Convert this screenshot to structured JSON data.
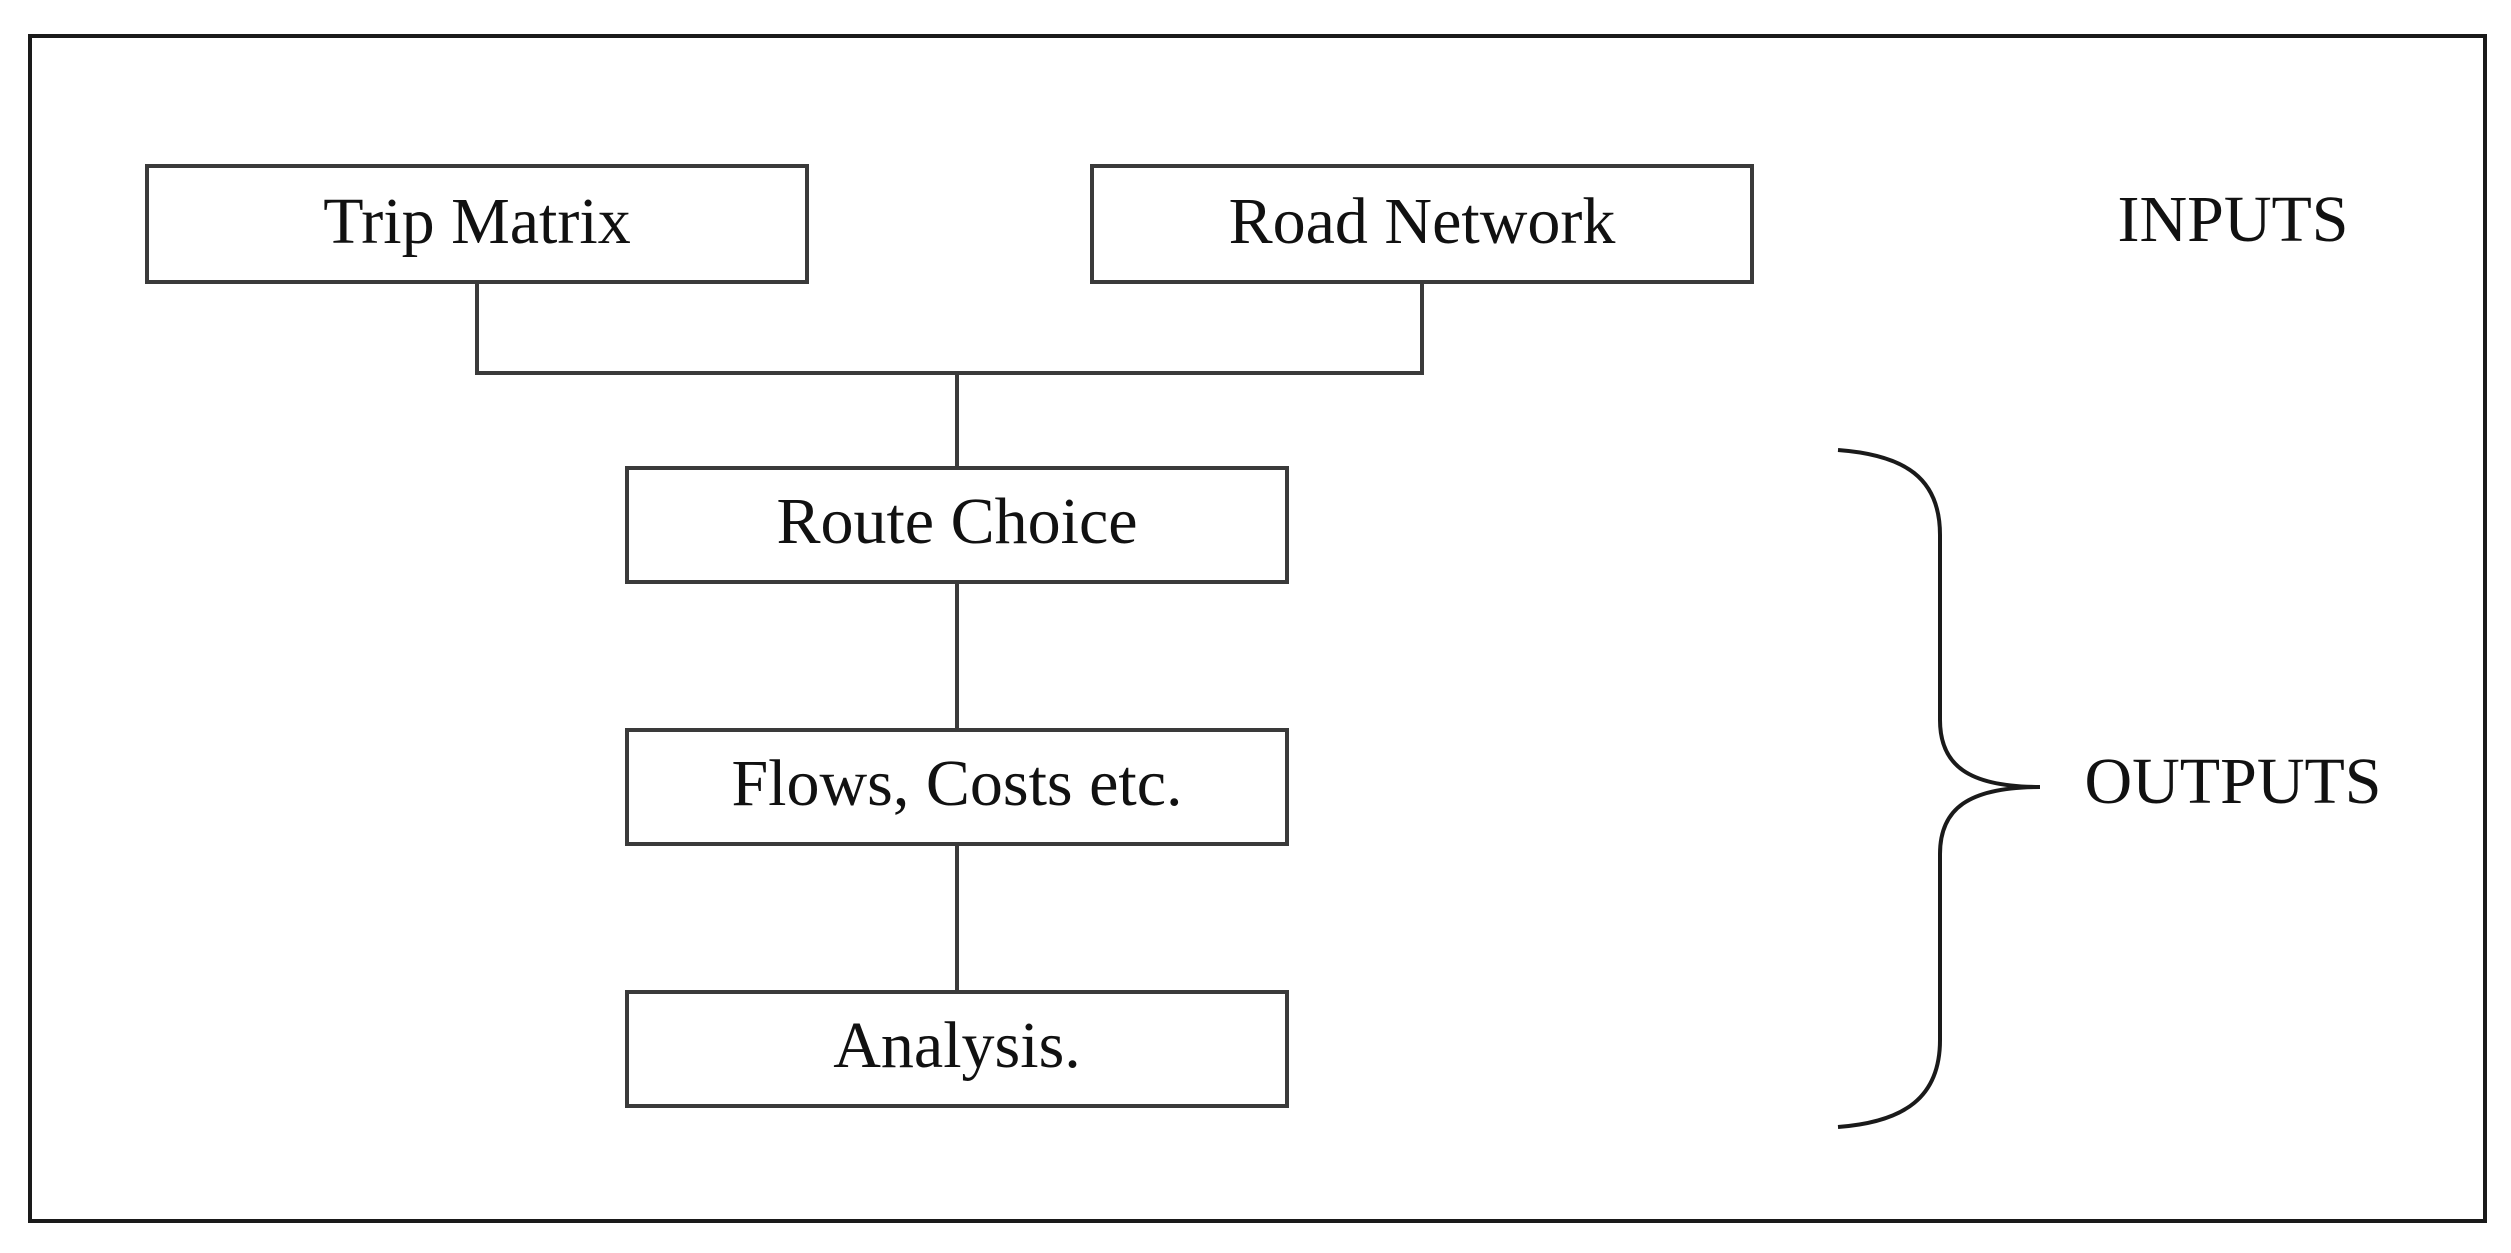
{
  "diagram": {
    "nodes": {
      "trip_matrix": "Trip Matrix",
      "road_network": "Road Network",
      "route_choice": "Route Choice",
      "flows_costs": "Flows, Costs etc.",
      "analysis": "Analysis."
    },
    "groups": {
      "inputs": "INPUTS",
      "outputs": "OUTPUTS"
    },
    "edges": [
      [
        "trip_matrix",
        "route_choice"
      ],
      [
        "road_network",
        "route_choice"
      ],
      [
        "route_choice",
        "flows_costs"
      ],
      [
        "flows_costs",
        "analysis"
      ]
    ]
  },
  "colors": {
    "stroke": "#3a3a3a",
    "text": "#111111",
    "background": "#ffffff"
  }
}
